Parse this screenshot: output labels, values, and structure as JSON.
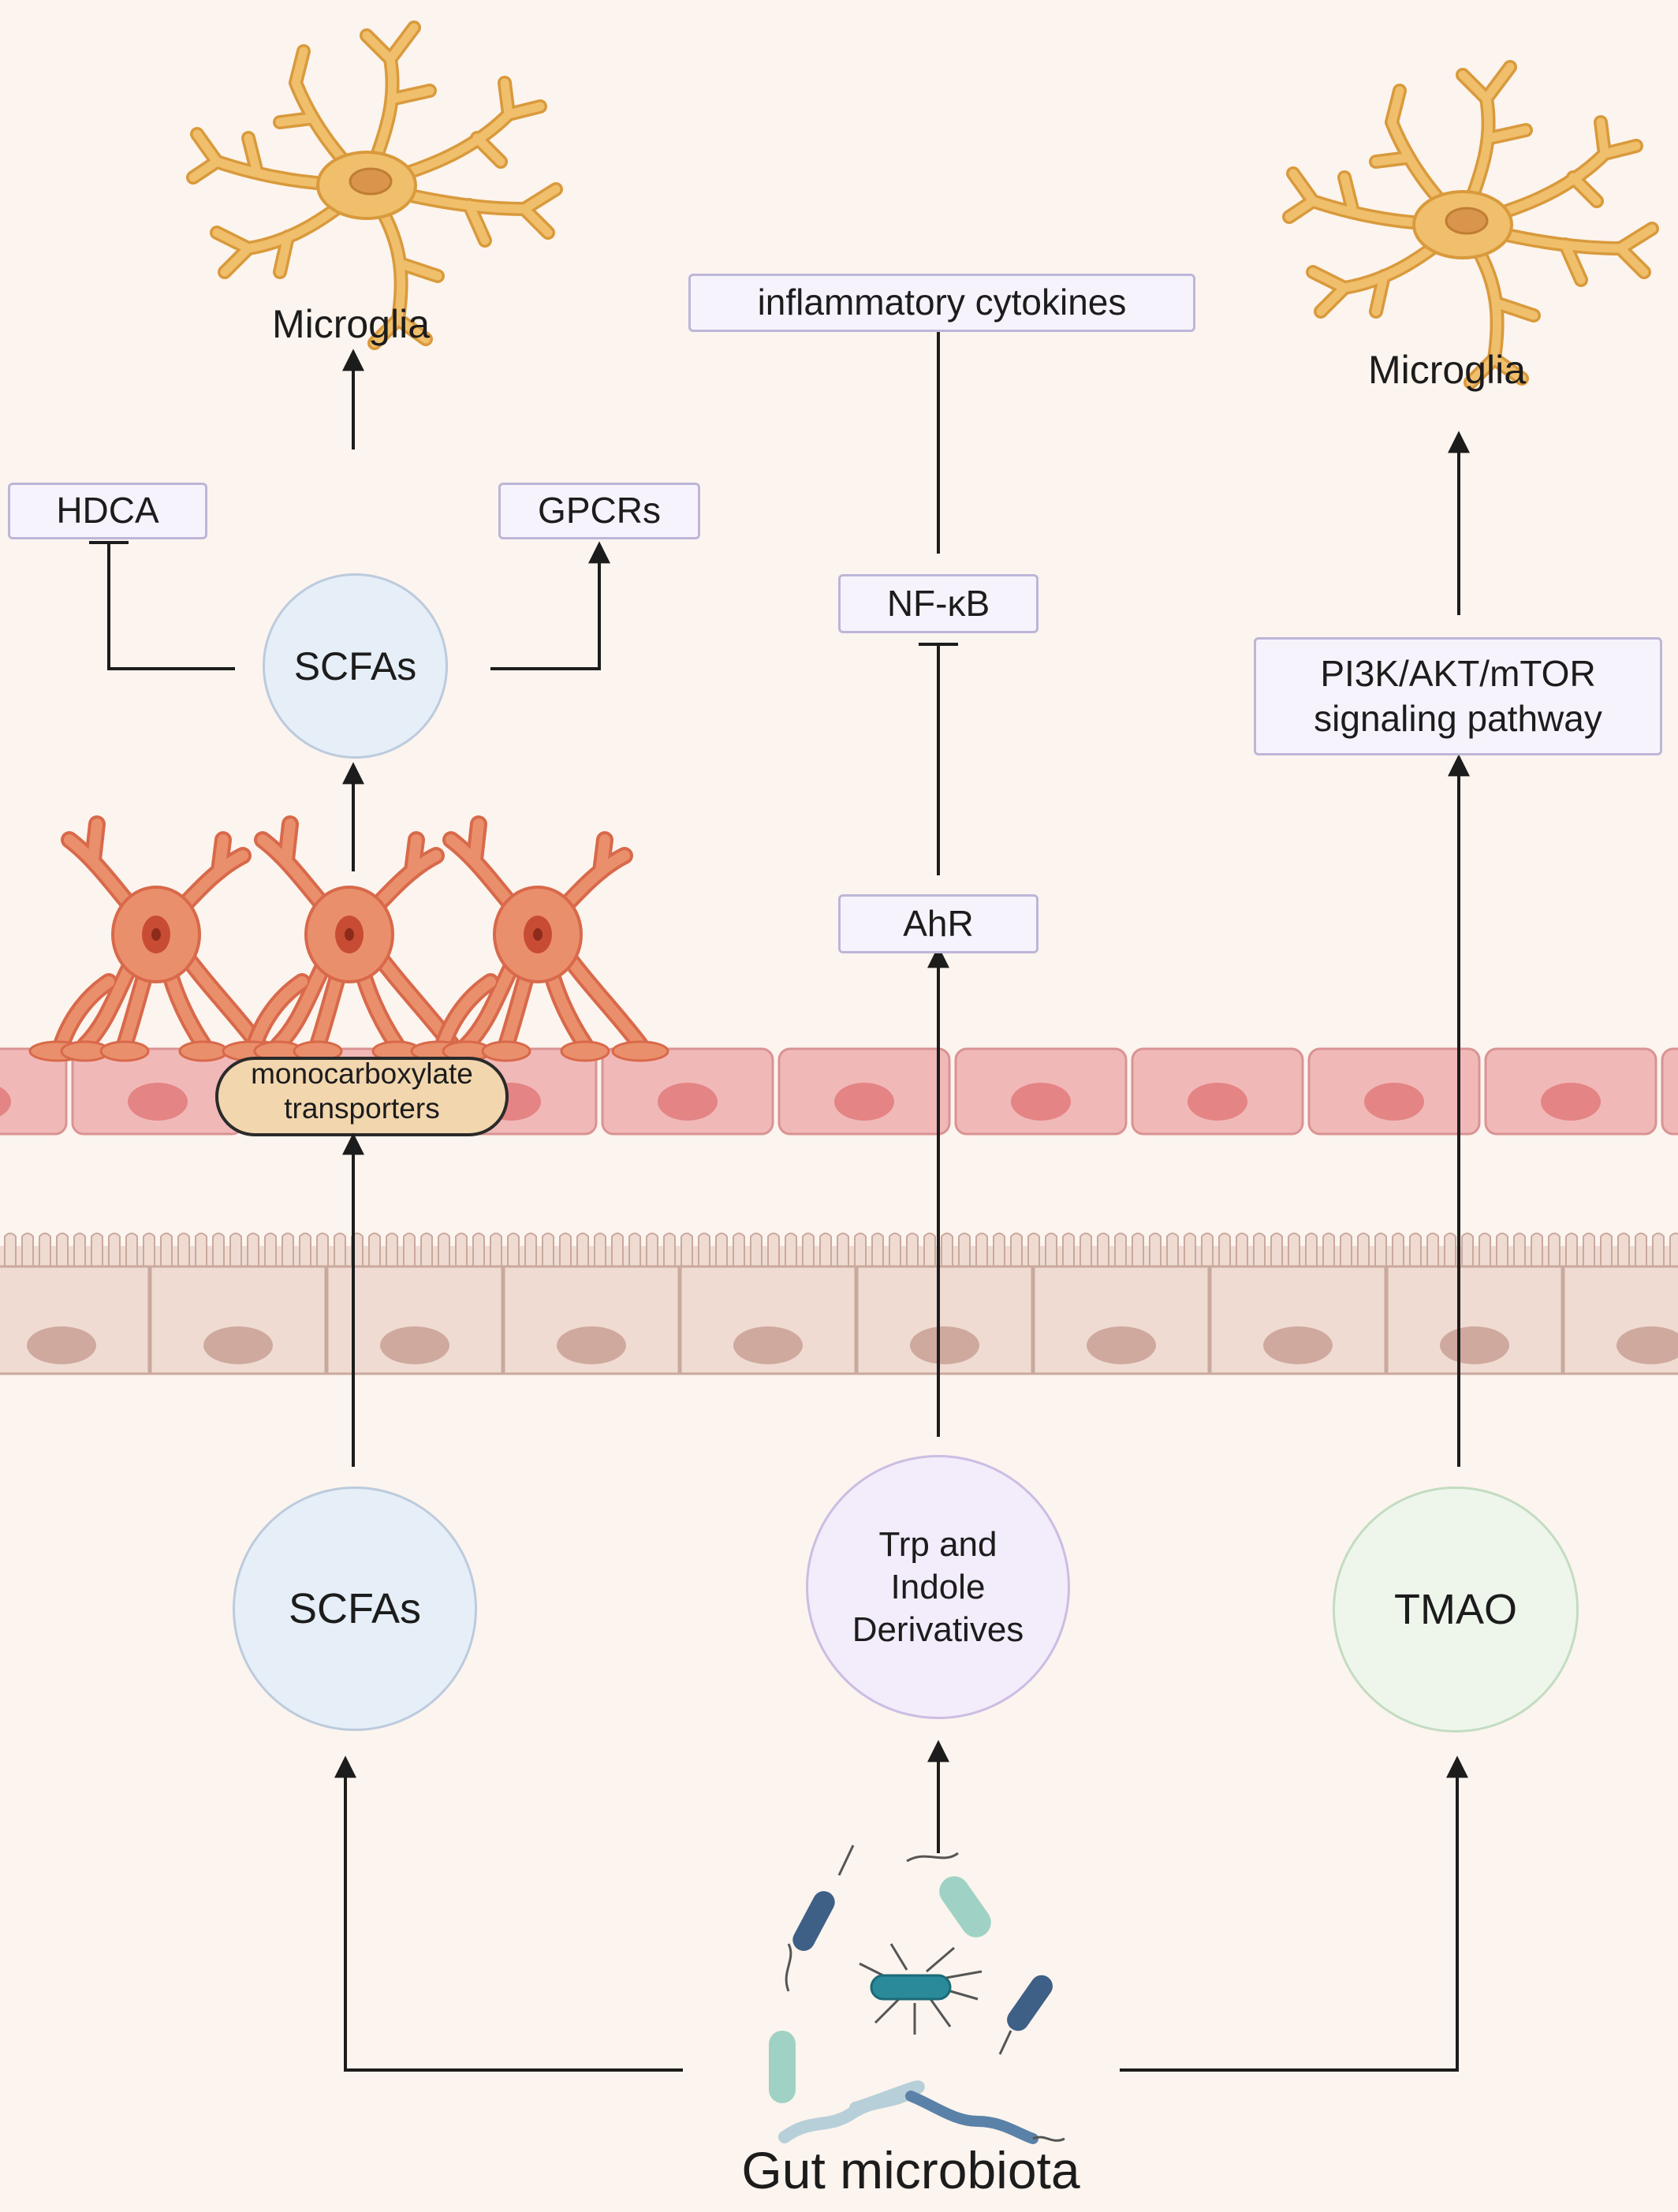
{
  "title": "",
  "colors": {
    "background": "#fcf4ee",
    "endothelial_cell": "#f1b8b8",
    "endothelial_nucleus": "#e48484",
    "epithelial_cell": "#efdbd2",
    "epithelial_nucleus": "#cfa99e",
    "microglia": "#f0bf6c",
    "astrocyte": "#ea8f6c",
    "label_box_fill": "#f6f3fc",
    "label_box_border": "#bdb6d8",
    "scfa_circle": "#e6eef8",
    "trp_circle": "#f3ecfa",
    "tmao_circle": "#eef6ec",
    "transporter_fill": "#f2d6ae"
  },
  "nodes": {
    "microglia_left": "Microglia",
    "microglia_right": "Microglia",
    "hdca": "HDCA",
    "gpcrs": "GPCRs",
    "scfas_brain": "SCFAs",
    "inflammatory_cytokines": "inflammatory cytokines",
    "nfkb": "NF-κB",
    "ahr": "AhR",
    "pi3k_line1": "PI3K/AKT/mTOR",
    "pi3k_line2": "signaling pathway",
    "transporter_line1": "monocarboxylate",
    "transporter_line2": "transporters",
    "scfas_gut": "SCFAs",
    "trp_line1": "Trp and",
    "trp_line2": "Indole",
    "trp_line3": "Derivatives",
    "tmao": "TMAO",
    "gut_microbiota": "Gut microbiota"
  },
  "edges": [
    {
      "from": "Gut microbiota",
      "to": "SCFAs",
      "type": "activate"
    },
    {
      "from": "Gut microbiota",
      "to": "Trp and Indole Derivatives",
      "type": "activate"
    },
    {
      "from": "Gut microbiota",
      "to": "TMAO",
      "type": "activate"
    },
    {
      "from": "SCFAs",
      "to": "monocarboxylate transporters",
      "type": "activate"
    },
    {
      "from": "monocarboxylate transporters",
      "to": "SCFAs",
      "type": "activate"
    },
    {
      "from": "SCFAs",
      "to": "HDCA",
      "type": "inhibit"
    },
    {
      "from": "SCFAs",
      "to": "GPCRs",
      "type": "activate"
    },
    {
      "from": "SCFAs",
      "to": "Microglia",
      "type": "activate"
    },
    {
      "from": "Trp and Indole Derivatives",
      "to": "AhR",
      "type": "activate"
    },
    {
      "from": "AhR",
      "to": "NF-κB",
      "type": "inhibit"
    },
    {
      "from": "NF-κB",
      "to": "inflammatory cytokines",
      "type": "inhibit"
    },
    {
      "from": "TMAO",
      "to": "PI3K/AKT/mTOR signaling pathway",
      "type": "activate"
    },
    {
      "from": "PI3K/AKT/mTOR signaling pathway",
      "to": "Microglia",
      "type": "activate"
    }
  ]
}
